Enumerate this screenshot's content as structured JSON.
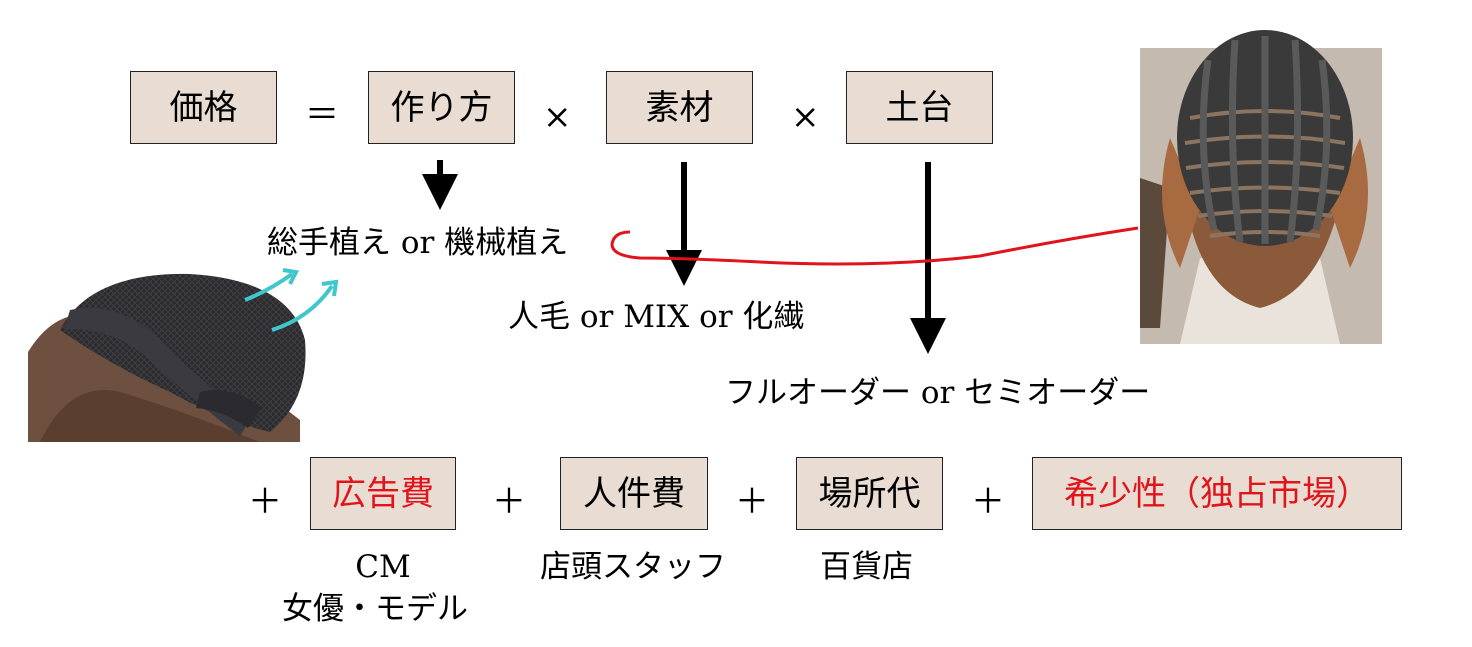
{
  "formula": {
    "price": "価格",
    "equals": "＝",
    "method": "作り方",
    "times1": "×",
    "material": "素材",
    "times2": "×",
    "base": "土台"
  },
  "notes": {
    "method": "総手植え or 機械植え",
    "material": "人毛 or MIX or 化繊",
    "base": "フルオーダー or セミオーダー"
  },
  "costs": {
    "plus1": "＋",
    "advertising": "広告費",
    "plus2": "＋",
    "labor": "人件費",
    "plus3": "＋",
    "location": "場所代",
    "plus4": "＋",
    "rarity": "希少性（独占市場）"
  },
  "cost_notes": {
    "advertising_line1": "CM",
    "advertising_line2": "女優・モデル",
    "labor": "店頭スタッフ",
    "location": "百貨店"
  },
  "colors": {
    "box_fill": "#e8dcd3",
    "highlight_text": "#e0141a",
    "arrow_red": "#e0141a",
    "arrow_cyan": "#3ec7cc"
  }
}
